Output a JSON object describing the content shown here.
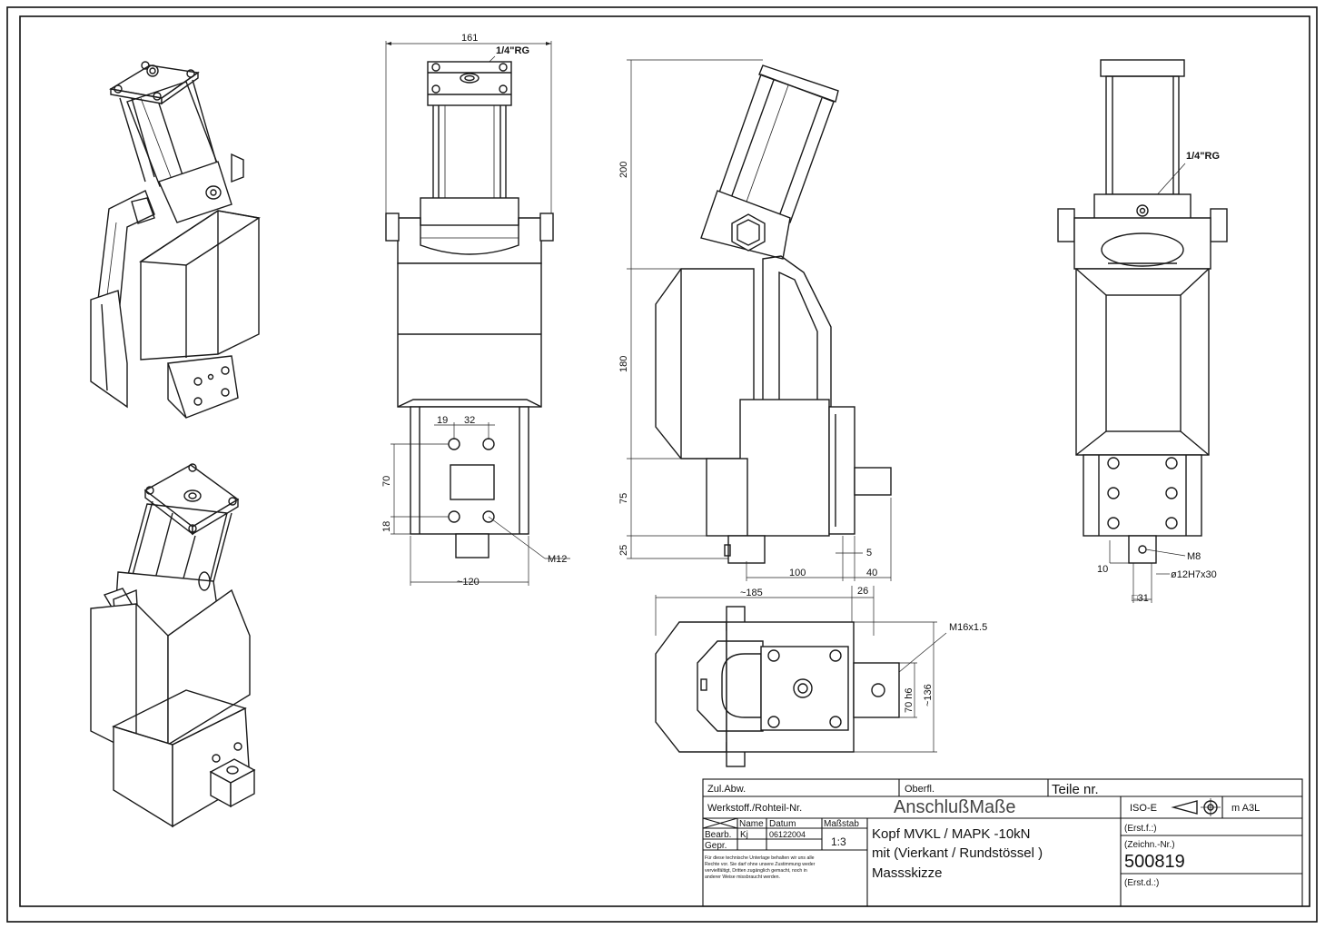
{
  "drawing": {
    "dimensions": {
      "width_161": "161",
      "thread_top": "1/4\"RG",
      "h19": "19",
      "h32": "32",
      "v70": "70",
      "v18": "18",
      "m12": "M12",
      "w120": "~120",
      "s200": "200",
      "s180": "180",
      "s75": "75",
      "s25": "25",
      "s5": "5",
      "s100": "100",
      "s40": "40",
      "thread_right": "1/4\"RG",
      "m8": "M8",
      "r10": "10",
      "pin": "ø12H7x30",
      "sq31": "□31",
      "w185": "~185",
      "w26": "26",
      "m16": "M16x1.5",
      "h70h6": "70 h6",
      "h136": "~136"
    }
  },
  "title_block": {
    "zul_abw": "Zul.Abw.",
    "oberfl": "Oberfl.",
    "teile_nr": "Teile  nr.",
    "werkstoff": "Werkstoff./Rohteil-Nr.",
    "anschluss": "AnschlußMaße",
    "iso_e": "ISO-E",
    "m_a3l": "m A3L",
    "col_name": "Name",
    "col_datum": "Datum",
    "col_massstab": "Maßstab",
    "bearb": "Bearb.",
    "bearb_name": "Kj",
    "bearb_datum": "06122004",
    "gepr": "Gepr.",
    "scale": "1:3",
    "desc_line1": "Kopf MVKL / MAPK -10kN",
    "desc_line2": "mit (Vierkant / Rundstössel )",
    "desc_line3": "Massskizze",
    "erst_f": "(Erst.f.:)",
    "zeichn_nr": "(Zeichn.-Nr.)",
    "drawing_number": "500819",
    "erst_d": "(Erst.d.:)",
    "notice_1": "Für diese technische Unterlage behalten wir uns alle",
    "notice_2": "Rechte vor. Sie darf ohne unsere Zustimmung weder",
    "notice_3": "vervielfältigt, Dritten zugänglich gemacht, noch in",
    "notice_4": "anderer Weise missbraucht werden."
  }
}
